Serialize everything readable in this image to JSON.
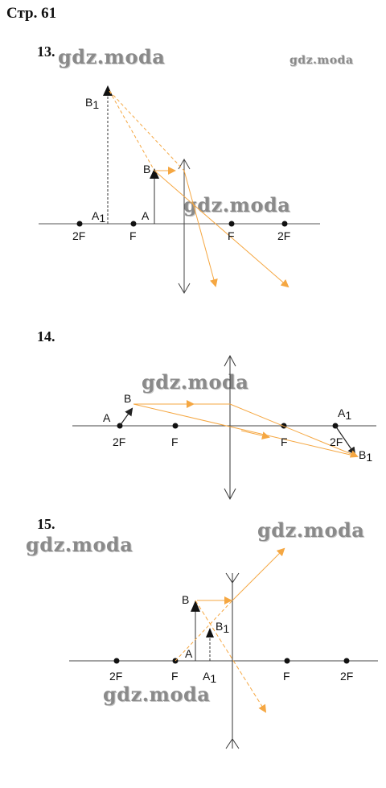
{
  "page": {
    "title": "Стр. 61"
  },
  "watermark": "gdz.moda",
  "problems": [
    {
      "number": "13.",
      "labels": {
        "b1": "B",
        "b1_sub": "1",
        "a1": "A",
        "a1_sub": "1",
        "a": "A",
        "b": "B",
        "twoF_left": "2F",
        "F_left": "F",
        "F_right": "F",
        "twoF_right": "2F"
      }
    },
    {
      "number": "14.",
      "labels": {
        "a": "A",
        "b": "B",
        "twoF_left": "2F",
        "F_left": "F",
        "F_right": "F",
        "a1": "A",
        "a1_sub": "1",
        "twoF_right": "2F",
        "b1": "B",
        "b1_sub": "1"
      }
    },
    {
      "number": "15.",
      "labels": {
        "b": "B",
        "b1": "B",
        "b1_sub": "1",
        "a": "A",
        "a1": "A",
        "a1_sub": "1",
        "twoF_left": "2F",
        "F_left": "F",
        "F_right": "F",
        "twoF_right": "2F"
      }
    }
  ],
  "colors": {
    "ray": "#f5a742",
    "line": "#333333",
    "watermark": "#8a8a8a"
  }
}
